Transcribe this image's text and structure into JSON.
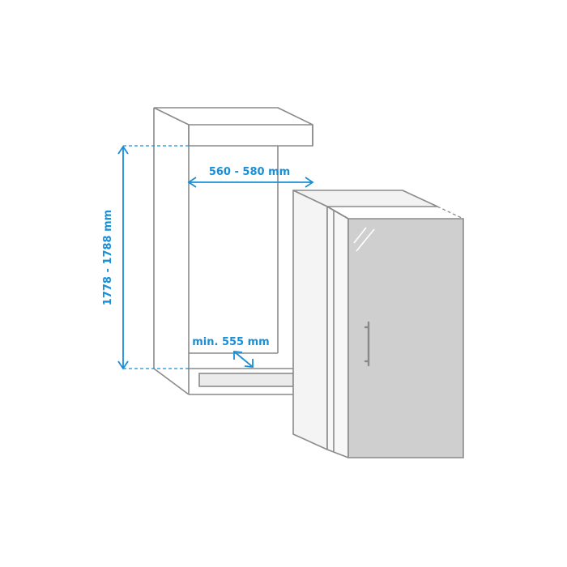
{
  "dimensions": {
    "width": "560 - 580 mm",
    "height": "1778 - 1788 mm",
    "depth": "min. 555 mm"
  },
  "colors": {
    "dimension": "#1a8fd6",
    "outline": "#8a8a8a",
    "door": "#cfcfcf",
    "cabinet": "#f2f2f2"
  }
}
